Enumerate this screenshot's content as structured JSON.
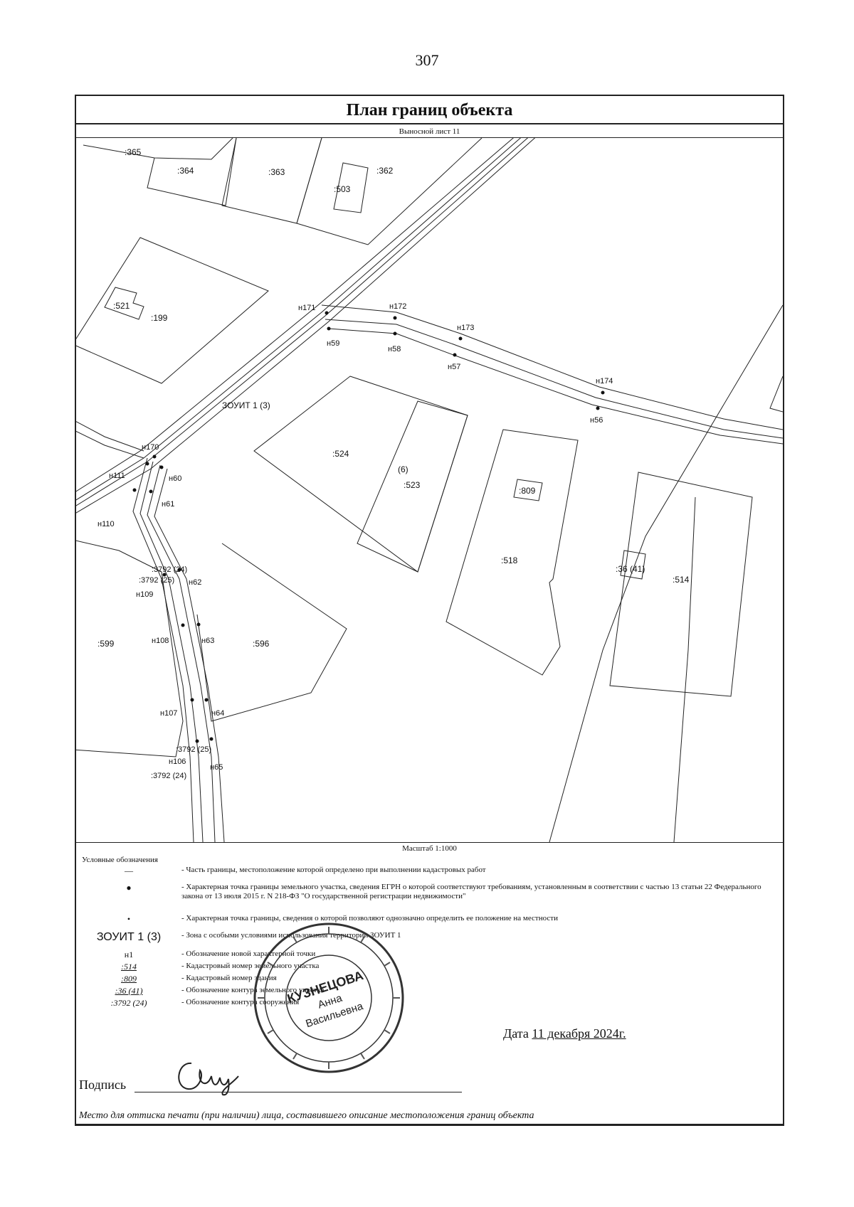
{
  "page_number": "307",
  "title": "План границ объекта",
  "sheet_note": "Выносной лист 11",
  "scale": "Масштаб 1:1000",
  "map": {
    "parcels": [
      ":365",
      ":364",
      ":363",
      ":362",
      ":503",
      ":521",
      ":199",
      ":524",
      ":523",
      "(6)",
      ":809",
      ":518",
      ":36 (41)",
      ":514",
      ":599",
      ":596"
    ],
    "zone": "ЗОУИТ 1 (3)",
    "contours": [
      ":3792 (24)",
      ":3792 (25)",
      ":3792 (25)",
      ":3792 (24)"
    ],
    "points": [
      "н171",
      "н172",
      "н173",
      "н174",
      "н59",
      "н58",
      "н57",
      "н56",
      "н170",
      "н111",
      "н60",
      "н61",
      "н110",
      "н62",
      "н109",
      "н108",
      "н63",
      "н107",
      "н64",
      "н106",
      "н65"
    ]
  },
  "legend": {
    "title": "Условные обозначения",
    "items": [
      {
        "symbol": "—",
        "text": "- Часть границы, местоположение которой определено при выполнении кадастровых работ"
      },
      {
        "symbol": "●",
        "text": "- Характерная точка границы земельного участка, сведения ЕГРН о которой соответствуют требованиям, установленным в соответствии с частью 13 статьи 22 Федерального закона от 13 июля 2015 г. N 218-ФЗ \"О государственной регистрации недвижимости\""
      },
      {
        "symbol": "•",
        "text": "- Характерная точка границы, сведения о которой позволяют однозначно определить ее положение на местности"
      },
      {
        "symbol": "ЗОУИТ 1 (3)",
        "text": "- Зона с особыми условиями использования территории ЗОУИТ 1"
      },
      {
        "symbol": "н1",
        "text": "- Обозначение новой характерной точки"
      },
      {
        "symbol": ":514",
        "text": "- Кадастровый номер земельного участка"
      },
      {
        "symbol": ":809",
        "text": "- Кадастровый номер здания"
      },
      {
        "symbol": ":36 (41)",
        "text": "- Обозначение контура земельного участка"
      },
      {
        "symbol": ":3792 (24)",
        "text": "- Обозначение контура сооружения"
      }
    ]
  },
  "date_label": "Дата",
  "date_value": "11 декабря 2024г.",
  "signature_label": "Подпись",
  "stamp": {
    "name": "КУЗНЕЦОВА",
    "first_name": "Анна",
    "patronymic": "Васильевна"
  },
  "place_text": "Место для оттиска печати (при наличии) лица, составившего описание местоположения границ объекта"
}
